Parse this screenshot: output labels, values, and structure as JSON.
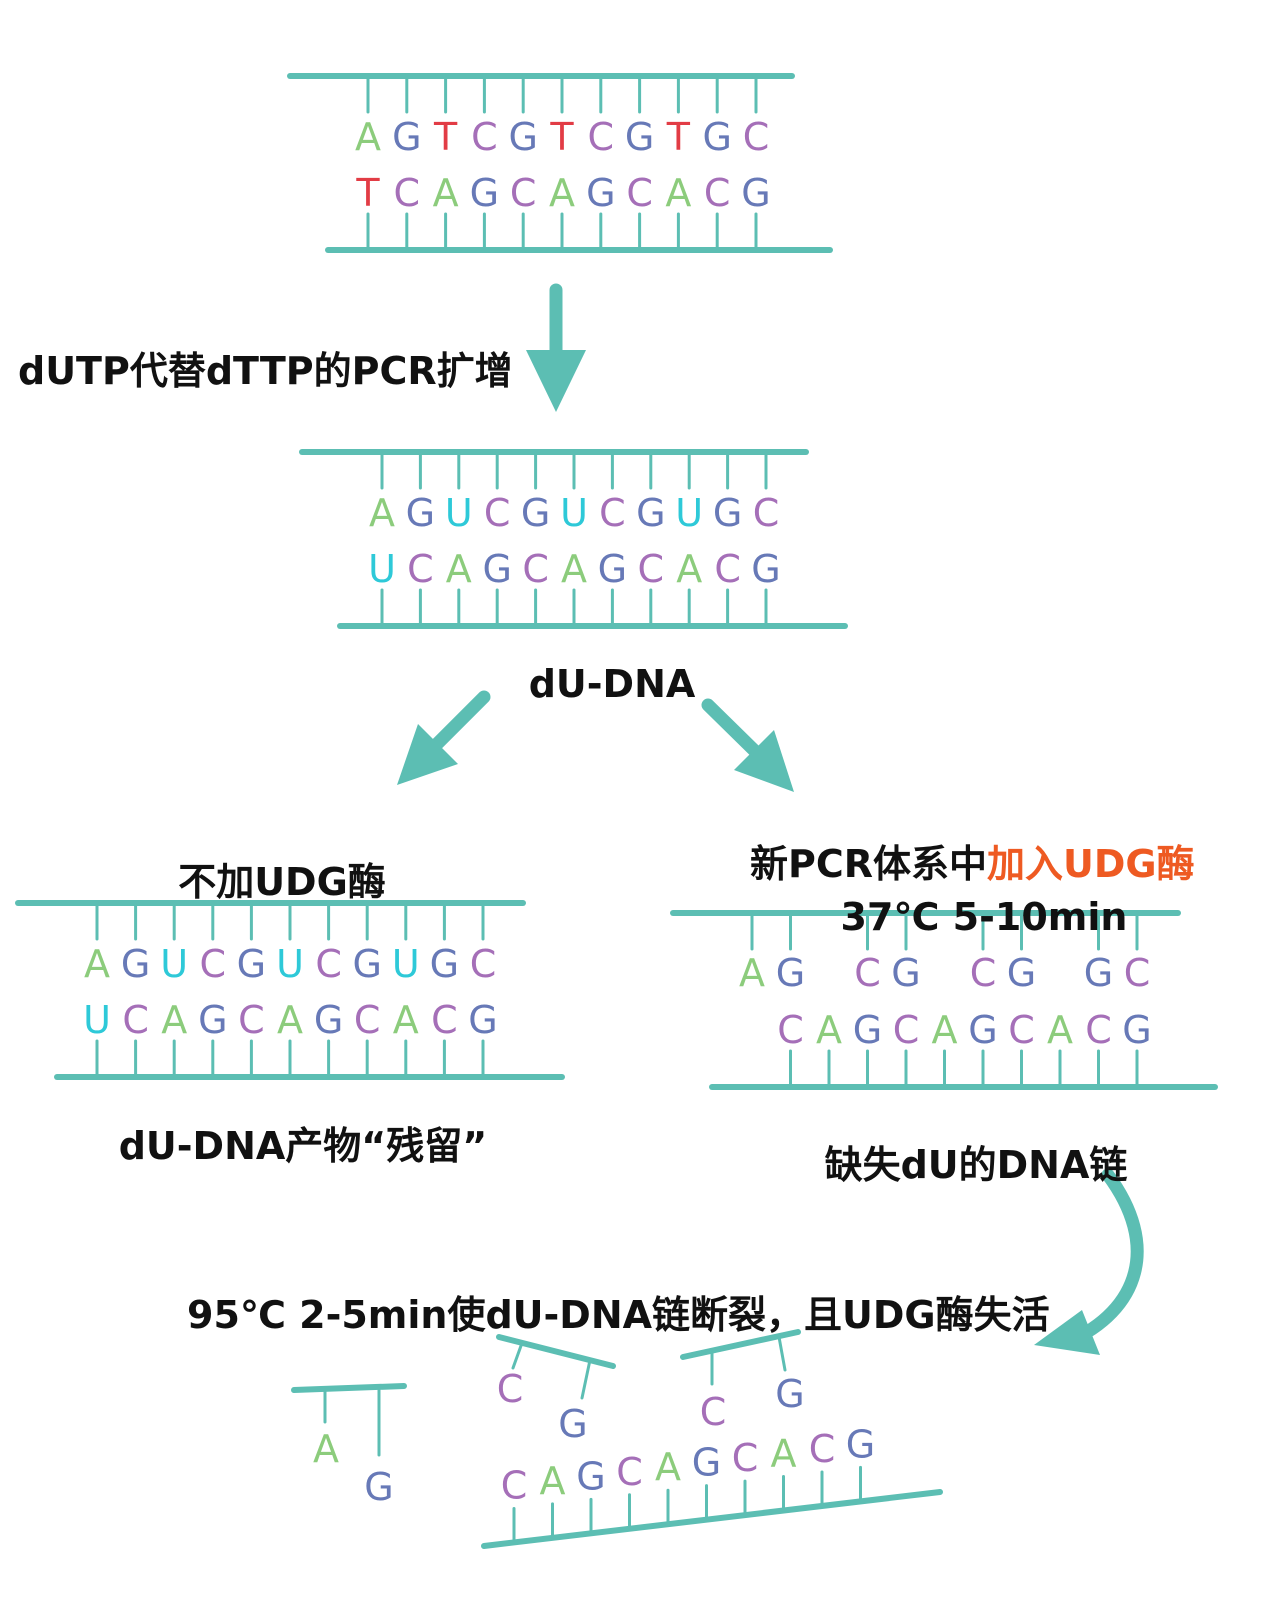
{
  "colors": {
    "backbone": "#5cbeb3",
    "arrow": "#5cbeb3",
    "highlight": "#ee5a22",
    "bases": {
      "A": "#8ccc7c",
      "G": "#6779b7",
      "T": "#e23c45",
      "C": "#a56fb8",
      "U": "#2ec9d8"
    }
  },
  "icons": [
    "arrow-down-icon",
    "arrow-down-left-icon",
    "arrow-down-right-icon",
    "curved-arrow-icon"
  ],
  "labels": {
    "step1": "dUTP代替dTTP的PCR扩增",
    "du_dna": "dU-DNA",
    "no_udg": "不加UDG酶",
    "new_pcr_prefix": "新PCR体系中",
    "new_pcr_highlight": "加入UDG酶",
    "condition1": "37℃ 5-10min",
    "residue": "dU-DNA产物“残留”",
    "missing_du": "缺失dU的DNA链",
    "step3": "95℃ 2-5min使dU-DNA链断裂，且UDG酶失活"
  },
  "strands": {
    "original_top": [
      "A",
      "G",
      "T",
      "C",
      "G",
      "T",
      "C",
      "G",
      "T",
      "G",
      "C"
    ],
    "original_bottom": [
      "T",
      "C",
      "A",
      "G",
      "C",
      "A",
      "G",
      "C",
      "A",
      "C",
      "G"
    ],
    "du_top": [
      "A",
      "G",
      "U",
      "C",
      "G",
      "U",
      "C",
      "G",
      "U",
      "G",
      "C"
    ],
    "du_bottom": [
      "U",
      "C",
      "A",
      "G",
      "C",
      "A",
      "G",
      "C",
      "A",
      "C",
      "G"
    ],
    "udg_top": [
      "A",
      "G",
      "",
      "C",
      "G",
      "",
      "C",
      "G",
      "",
      "G",
      "C"
    ],
    "udg_bottom": [
      "",
      "C",
      "A",
      "G",
      "C",
      "A",
      "G",
      "C",
      "A",
      "C",
      "G"
    ]
  },
  "fragments": {
    "frag1": [
      "A",
      "G"
    ],
    "frag2": [
      "C",
      "G"
    ],
    "frag3": [
      "C",
      "G"
    ],
    "bottom_strand": [
      "C",
      "A",
      "G",
      "C",
      "A",
      "G",
      "C",
      "A",
      "C",
      "G"
    ]
  }
}
